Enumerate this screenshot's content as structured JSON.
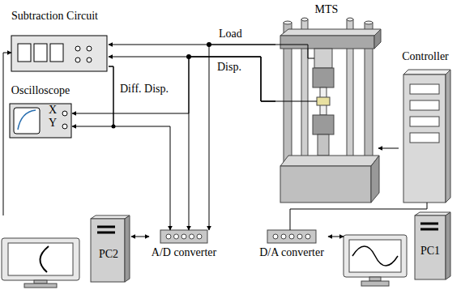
{
  "diagram": {
    "nodes": [
      {
        "text": [
          "Subtraction Circuit"
        ]
      },
      {
        "text": [
          "Oscilloscope",
          "X",
          "Y"
        ]
      },
      {
        "text": [
          "MTS"
        ]
      },
      {
        "text": [
          "Controller"
        ]
      },
      {
        "text": [
          "PC2"
        ]
      },
      {
        "text": [
          "A/D converter"
        ]
      },
      {
        "text": [
          "D/A converter"
        ]
      },
      {
        "text": [
          "PC1"
        ]
      }
    ],
    "edges": [
      {
        "from": 2,
        "to": 0,
        "label": "Load",
        "arrow": "to"
      },
      {
        "from": 2,
        "to": 0,
        "label": "Disp.",
        "arrow": "to"
      },
      {
        "from": 2,
        "to": 5,
        "arrow": "to"
      },
      {
        "from": 2,
        "to": 5,
        "arrow": "to"
      },
      {
        "from": 2,
        "to": 1,
        "arrow": "to"
      },
      {
        "from": 0,
        "to": 1,
        "label": "Diff. Disp.",
        "arrow": "to"
      },
      {
        "from": 0,
        "to": 5,
        "arrow": "to"
      },
      {
        "from": 4,
        "to": 0,
        "arrow": "to"
      },
      {
        "from": 4,
        "to": 5,
        "arrow": "both"
      },
      {
        "from": 3,
        "to": 2,
        "arrow": "to"
      },
      {
        "from": 6,
        "to": 3,
        "arrow": "none"
      },
      {
        "from": 6,
        "to": 7,
        "arrow": "both"
      }
    ]
  }
}
